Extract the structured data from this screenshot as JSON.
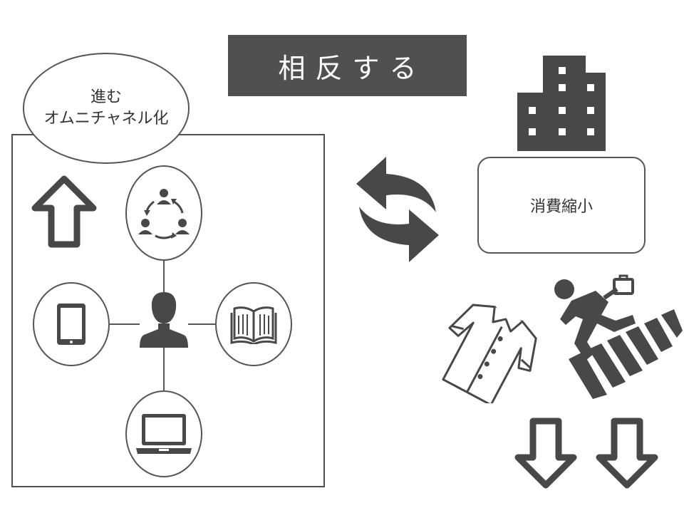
{
  "title": "相反する",
  "omnichannel": {
    "line1": "進む",
    "line2": "オムニチャネル化"
  },
  "consumption": {
    "label": "消費縮小"
  },
  "colors": {
    "dark": "#505050",
    "stroke": "#555555",
    "background": "#ffffff"
  },
  "icons": {
    "left_panel": [
      "arrow-up-icon",
      "community-cycle-icon",
      "tablet-icon",
      "person-icon",
      "book-icon",
      "laptop-icon"
    ],
    "center": [
      "exchange-arrows-icon"
    ],
    "right_panel": [
      "building-icon",
      "shirt-icon",
      "running-businessman-icon",
      "arrow-down-icon",
      "arrow-down-icon"
    ]
  }
}
